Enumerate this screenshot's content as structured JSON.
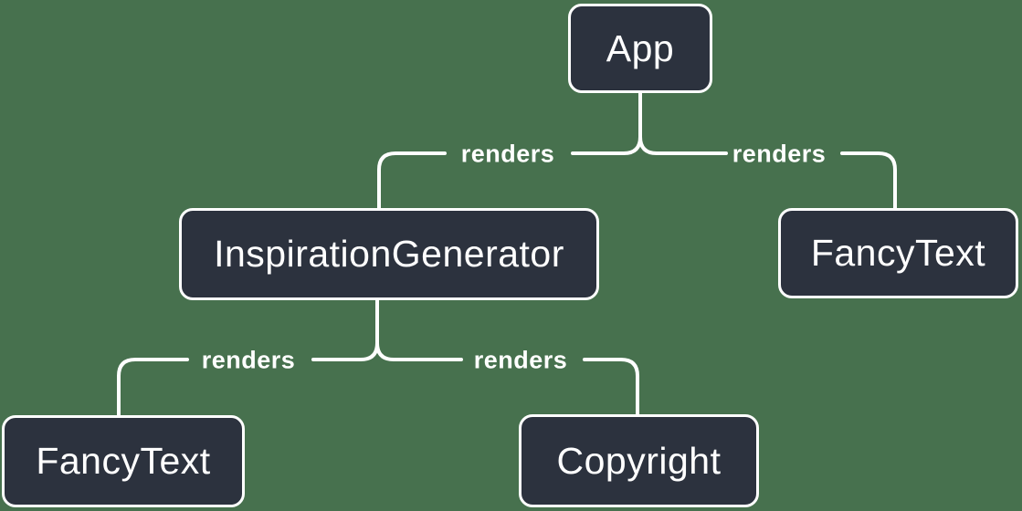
{
  "diagram": {
    "type": "render-tree",
    "colors": {
      "background": "#47714E",
      "node_fill": "#2C323E",
      "node_border": "#FFFFFF",
      "edge_color": "#FFFFFF",
      "text_color": "#FFFFFF"
    },
    "nodes": [
      {
        "id": "app",
        "label": "App"
      },
      {
        "id": "inspiration-generator",
        "label": "InspirationGenerator"
      },
      {
        "id": "fancy-text-top",
        "label": "FancyText"
      },
      {
        "id": "fancy-text-bottom",
        "label": "FancyText"
      },
      {
        "id": "copyright",
        "label": "Copyright"
      }
    ],
    "edges": [
      {
        "from": "App",
        "to": "InspirationGenerator",
        "label": "renders"
      },
      {
        "from": "App",
        "to": "FancyText",
        "label": "renders"
      },
      {
        "from": "InspirationGenerator",
        "to": "FancyText",
        "label": "renders"
      },
      {
        "from": "InspirationGenerator",
        "to": "Copyright",
        "label": "renders"
      }
    ]
  }
}
